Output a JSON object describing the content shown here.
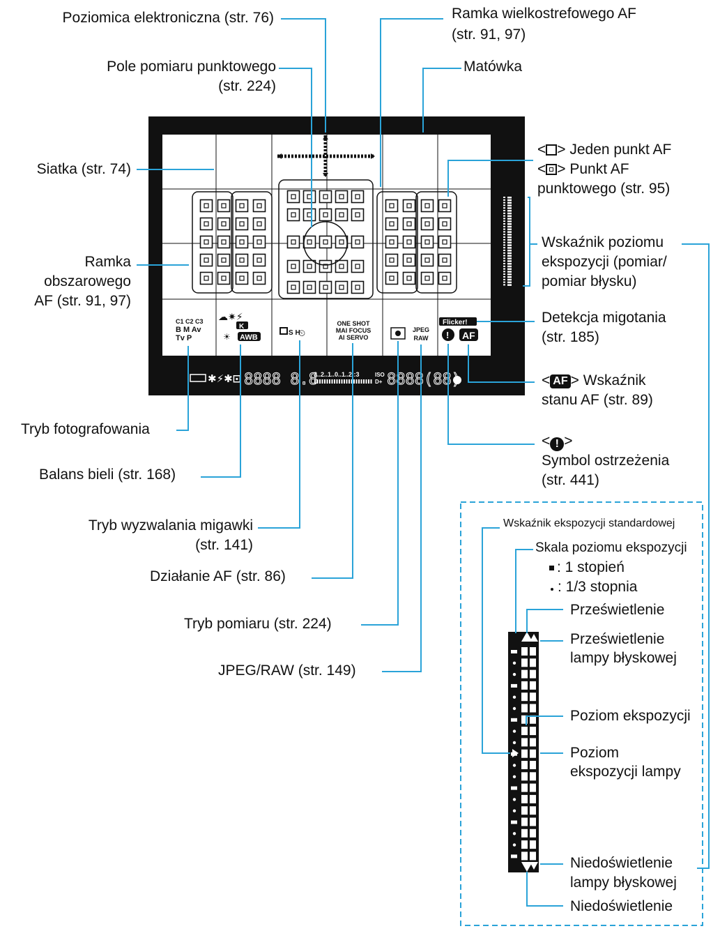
{
  "labels": {
    "level": "Poziomica elektroniczna (str. 76)",
    "zone_frame_l1": "Ramka wielkostrefowego AF",
    "zone_frame_l2": "(str. 91, 97)",
    "spot_l1": "Pole pomiaru punktowego",
    "spot_l2": "(str. 224)",
    "screen": "Matówka",
    "grid": "Siatka (str. 74)",
    "single_af_icon_l1": "Jeden punkt AF",
    "single_af_icon_l2": "Punkt AF",
    "single_af_icon_l3": "punktowego (str. 95)",
    "area_l1": "Ramka",
    "area_l2": "obszarowego",
    "area_l3": "AF (str. 91, 97)",
    "exp_level_l1": "Wskaźnik poziomu",
    "exp_level_l2": "ekspozycji (pomiar/",
    "exp_level_l3": "pomiar błysku)",
    "flicker_l1": "Detekcja migotania",
    "flicker_l2": "(str. 185)",
    "af_status_l1": "Wskaźnik",
    "af_status_l2": "stanu AF (str. 89)",
    "warning_l2": "Symbol ostrzeżenia",
    "warning_l3": "(str. 441)",
    "shoot_mode": "Tryb fotografowania",
    "wb": "Balans bieli (str. 168)",
    "drive_l1": "Tryb wyzwalania migawki",
    "drive_l2": "(str. 141)",
    "af_op": "Działanie AF (str. 86)",
    "metering": "Tryb pomiaru (str. 224)",
    "jpeg_raw": "JPEG/RAW (str. 149)"
  },
  "inset": {
    "standard": "Wskaźnik ekspozycji standardowej",
    "scale": "Skala poziomu ekspozycji",
    "one_stop": ": 1 stopień",
    "third_stop": ": 1/3 stopnia",
    "over": "Prześwietlenie",
    "flash_over_l1": "Prześwietlenie",
    "flash_over_l2": "lampy błyskowej",
    "exp_level": "Poziom ekspozycji",
    "flash_level_l1": "Poziom",
    "flash_level_l2": "ekspozycji lampy",
    "flash_under_l1": "Niedoświetlenie",
    "flash_under_l2": "lampy błyskowej",
    "under": "Niedoświetlenie"
  },
  "icons": {
    "shoot": [
      "C1 C2 C3",
      "B M Av",
      "Tv P"
    ],
    "wb": "AWB",
    "wb_k": "K",
    "drive": "S H",
    "af_op": [
      "ONE SHOT",
      "MAI FOCUS",
      "AI SERVO"
    ],
    "jpeg_raw": [
      "JPEG",
      "RAW"
    ],
    "flicker": "Flicker!",
    "af": "AF",
    "warn": "!",
    "bottom_scale": "3..2..1..0..1..2.:3",
    "iso": "ISO",
    "d_plus": "D+"
  },
  "colors": {
    "leader": "#2aa3d8",
    "viewfinder": "#111111"
  }
}
